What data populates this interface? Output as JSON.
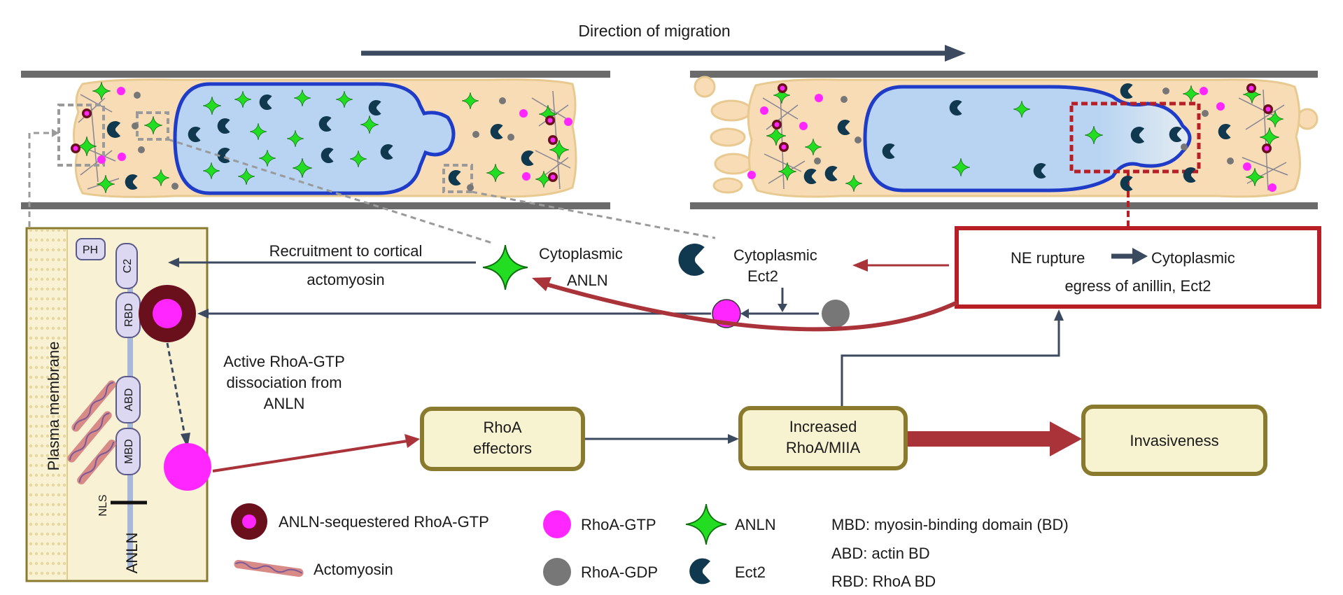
{
  "colors": {
    "cytoplasm": "#f7dcb6",
    "nucleus_fill": "#b8d4f2",
    "nucleus_stroke": "#1e3cc8",
    "channel_wall": "#6b6b6b",
    "rhoa_gtp": "#ff26ff",
    "rhoa_gdp": "#777777",
    "anln": "#22dd22",
    "ect2": "#10384f",
    "sequestered_ring": "#6a0f1c",
    "arrow_dark": "#3b4a5f",
    "arrow_red": "#a93339",
    "box_fill": "#f7f2d0",
    "box_stroke": "#8a7a2e",
    "ne_box_stroke": "#b81e25",
    "membrane_fill": "#f8f1d4"
  },
  "header": {
    "migration_label": "Direction of migration"
  },
  "membrane_panel": {
    "vertical_label": "Plasma membrane",
    "anln_label": "ANLN",
    "nls_label": "NLS",
    "domains": {
      "ph": "PH",
      "c2": "C2",
      "rbd": "RBD",
      "abd": "ABD",
      "mbd": "MBD"
    }
  },
  "middle": {
    "recruitment_line1": "Recruitment to cortical",
    "recruitment_line2": "actomyosin",
    "cyto_anln_line1": "Cytoplasmic",
    "cyto_anln_line2": "ANLN",
    "cyto_ect2_line1": "Cytoplasmic",
    "cyto_ect2_line2": "Ect2",
    "active_line1": "Active RhoA-GTP",
    "active_line2": "dissociation from",
    "active_line3": "ANLN"
  },
  "ne_box": {
    "line1_left": "NE rupture",
    "line1_right": "Cytoplasmic",
    "line2": "egress of anillin, Ect2"
  },
  "flow": {
    "effectors_line1": "RhoA",
    "effectors_line2": "effectors",
    "increased_line1": "Increased",
    "increased_line2": "RhoA/MIIA",
    "invasiveness": "Invasiveness"
  },
  "legend": {
    "sequestered": "ANLN-sequestered RhoA-GTP",
    "actomyosin": "Actomyosin",
    "rhoa_gtp": "RhoA-GTP",
    "rhoa_gdp": "RhoA-GDP",
    "anln": "ANLN",
    "ect2": "Ect2",
    "abbr_mbd": "MBD: myosin-binding domain (BD)",
    "abbr_abd": "ABD: actin BD",
    "abbr_rbd": "RBD: RhoA BD"
  }
}
